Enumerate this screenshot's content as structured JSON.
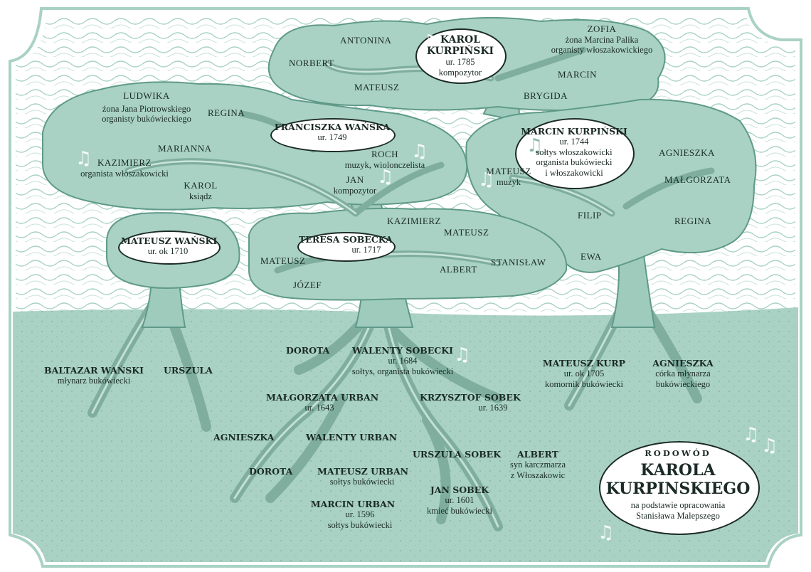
{
  "colors": {
    "ground": "#a9d2c4",
    "crown": "#a9d2c4",
    "trunk": "#9fcbbd",
    "outline": "#5f9a89",
    "ink": "#1b2a26",
    "frame": "#a9d2c4",
    "sky": "#ffffff"
  },
  "title": {
    "line1": "RODOWÓD",
    "line2": "KAROLA",
    "line3": "KURPINSKIEGO",
    "source1": "na podstawie opracowania",
    "source2": "Stanisława Malepszego"
  },
  "people": {
    "karol": {
      "name1": "KAROL",
      "name2": "KURPIŃSKI",
      "born": "ur. 1785",
      "role": "kompozytor"
    },
    "antonina": "ANTONINA",
    "norbert": "NORBERT",
    "mateusz_top": "MATEUSZ",
    "zofia": {
      "name": "ZOFIA",
      "desc1": "żona Marcina Palika",
      "desc2": "organisty włoszakowickiego"
    },
    "marcin_top": "MARCIN",
    "brygida": "BRYGIDA",
    "ludwika": {
      "name": "LUDWIKA",
      "desc1": "żona Jana Piotrowskiego",
      "desc2": "organisty bukówieckiego"
    },
    "regina_left": "REGINA",
    "franciszka": {
      "name": "FRANCISZKA WAŃSKA",
      "born": "ur. 1749"
    },
    "marianna": "MARIANNA",
    "kazimierz_left": {
      "name": "KAZIMIERZ",
      "role": "organista włoszakowicki"
    },
    "karol_ksiadz": {
      "name": "KAROL",
      "role": "ksiądz"
    },
    "roch": {
      "name": "ROCH",
      "role": "muzyk, wiolonczelista"
    },
    "jan_komp": {
      "name": "JAN",
      "role": "kompozytor"
    },
    "marcin_k": {
      "name": "MARCIN KURPIŃSKI",
      "born": "ur. 1744",
      "role1": "sołtys włoszakowicki",
      "role2": "organista bukówiecki",
      "role3": "i włoszakowicki"
    },
    "mateusz_muzyk": {
      "name": "MATEUSZ",
      "role": "muzyk"
    },
    "agnieszka_right": "AGNIESZKA",
    "malgorzata_right": "MAŁGORZATA",
    "filip": "FILIP",
    "regina_right": "REGINA",
    "ewa": "EWA",
    "mateusz_wanski": {
      "name": "MATEUSZ WAŃSKI",
      "born": "ur. ok 1710"
    },
    "teresa": {
      "name": "TERESA SOBECKA",
      "born": "ur. 1717"
    },
    "kazimierz_mid": "KAZIMIERZ",
    "mateusz_mid_r": "MATEUSZ",
    "mateusz_mid_l": "MATEUSZ",
    "jozef": "JÓZEF",
    "albert_mid": "ALBERT",
    "stanislaw": "STANISŁAW",
    "baltazar": {
      "name": "BALTAZAR WAŃSKI",
      "role": "młynarz bukówiecki"
    },
    "urszula": "URSZULA",
    "dorota_up": "DOROTA",
    "walenty_sobecki": {
      "name": "WALENTY SOBECKI",
      "born": "ur. 1684",
      "role": "sołtys, organista bukówiecki"
    },
    "mateusz_kurp": {
      "name": "MATEUSZ KURP",
      "born": "ur. ok 1705",
      "role": "komornik bukówiecki"
    },
    "agnieszka_corka": {
      "name": "AGNIESZKA",
      "desc1": "córka młynarza",
      "desc2": "bukówieckiego"
    },
    "malgorzata_urban": {
      "name": "MAŁGORZATA URBAN",
      "born": "ur. 1643"
    },
    "krzysztof": {
      "name": "KRZYSZTOF SOBEK",
      "born": "ur. 1639"
    },
    "agnieszka_low": "AGNIESZKA",
    "walenty_urban": "WALENTY URBAN",
    "urszula_sobek": "URSZULA SOBEK",
    "albert_low": {
      "name": "ALBERT",
      "desc1": "syn karczmarza",
      "desc2": "z Włoszakowic"
    },
    "dorota_low": "DOROTA",
    "mateusz_urban": {
      "name": "MATEUSZ URBAN",
      "role": "sołtys bukówiecki"
    },
    "jan_sobek": {
      "name": "JAN SOBEK",
      "born": "ur. 1601",
      "role": "kmieć bukówiecki"
    },
    "marcin_urban": {
      "name": "MARCIN URBAN",
      "born": "ur. 1596",
      "role": "sołtys bukówiecki"
    }
  },
  "icons": [
    "music-note-icon"
  ]
}
